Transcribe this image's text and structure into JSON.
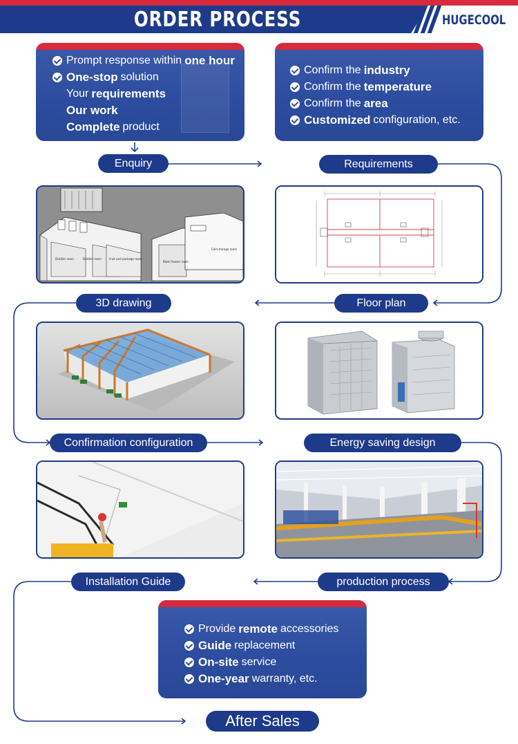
{
  "header": {
    "title": "ORDER PROCESS",
    "logo_text": "HUGECOOL",
    "colors": {
      "navy": "#1e3a8a",
      "red": "#d72a3c"
    }
  },
  "enquiry_card": {
    "items": [
      {
        "check": true,
        "pre": "Prompt response within",
        "bold": "one hour",
        "post": ""
      },
      {
        "check": true,
        "pre": "",
        "bold": "One-stop",
        "post": "solution"
      },
      {
        "check": false,
        "pre": "Your",
        "bold": "requirements",
        "post": ""
      },
      {
        "check": false,
        "pre": "",
        "bold": "Our work",
        "post": ""
      },
      {
        "check": false,
        "pre": "",
        "bold": "Complete",
        "post": "product"
      }
    ]
  },
  "requirements_card": {
    "items": [
      {
        "check": true,
        "pre": "Confirm the",
        "bold": "industry",
        "post": ""
      },
      {
        "check": true,
        "pre": "Confirm the",
        "bold": "temperature",
        "post": ""
      },
      {
        "check": true,
        "pre": "Confirm the",
        "bold": "area",
        "post": ""
      },
      {
        "check": true,
        "pre": "",
        "bold": "Customized",
        "post": "configuration, etc."
      }
    ]
  },
  "after_sales_card": {
    "items": [
      {
        "check": true,
        "pre": "Provide",
        "bold": "remote",
        "post": "accessories"
      },
      {
        "check": true,
        "pre": "",
        "bold": "Guide",
        "post": "replacement"
      },
      {
        "check": true,
        "pre": "",
        "bold": "On-site",
        "post": "service"
      },
      {
        "check": true,
        "pre": "",
        "bold": "One-year",
        "post": "warranty, etc."
      }
    ]
  },
  "steps": {
    "enquiry": "Enquiry",
    "requirements": "Requirements",
    "drawing_3d": "3D drawing",
    "floor_plan": "Floor plan",
    "confirmation": "Confirmation configuration",
    "energy": "Energy saving design",
    "installation": "Installation Guide",
    "production": "production process",
    "after_sales": "After Sales"
  },
  "drawing_labels": {
    "room_a": "Distiller room",
    "room_b": "Distiller room",
    "room_c": "Fruit and package room",
    "room_d": "Blast freezer room",
    "room_e": "Cold storage room"
  }
}
